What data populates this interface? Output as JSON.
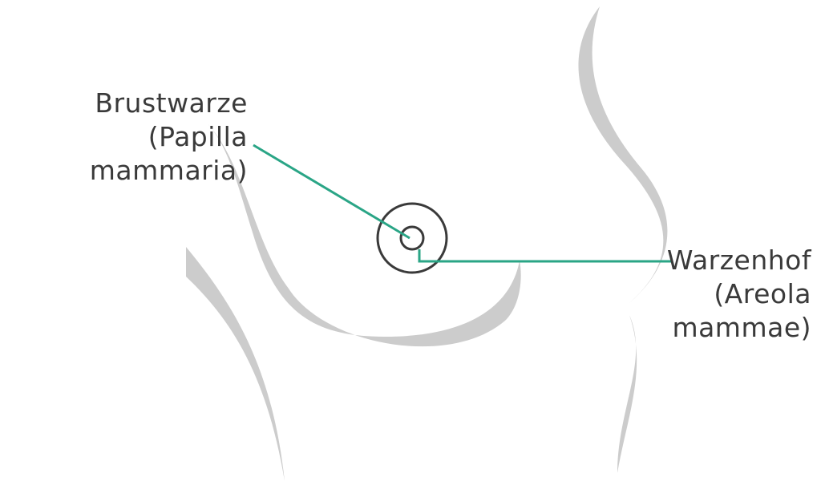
{
  "colors": {
    "body_outline": "#cccccc",
    "areola_outline": "#3a3a3a",
    "leader_line": "#2aa586",
    "label_text": "#3a3a3a"
  },
  "labels": {
    "nipple": {
      "line1": "Brustwarze",
      "line2": "(Papilla",
      "line3": "mammaria)"
    },
    "areola": {
      "line1": "Warzenhof",
      "line2": "(Areola",
      "line3": "mammae)"
    }
  }
}
